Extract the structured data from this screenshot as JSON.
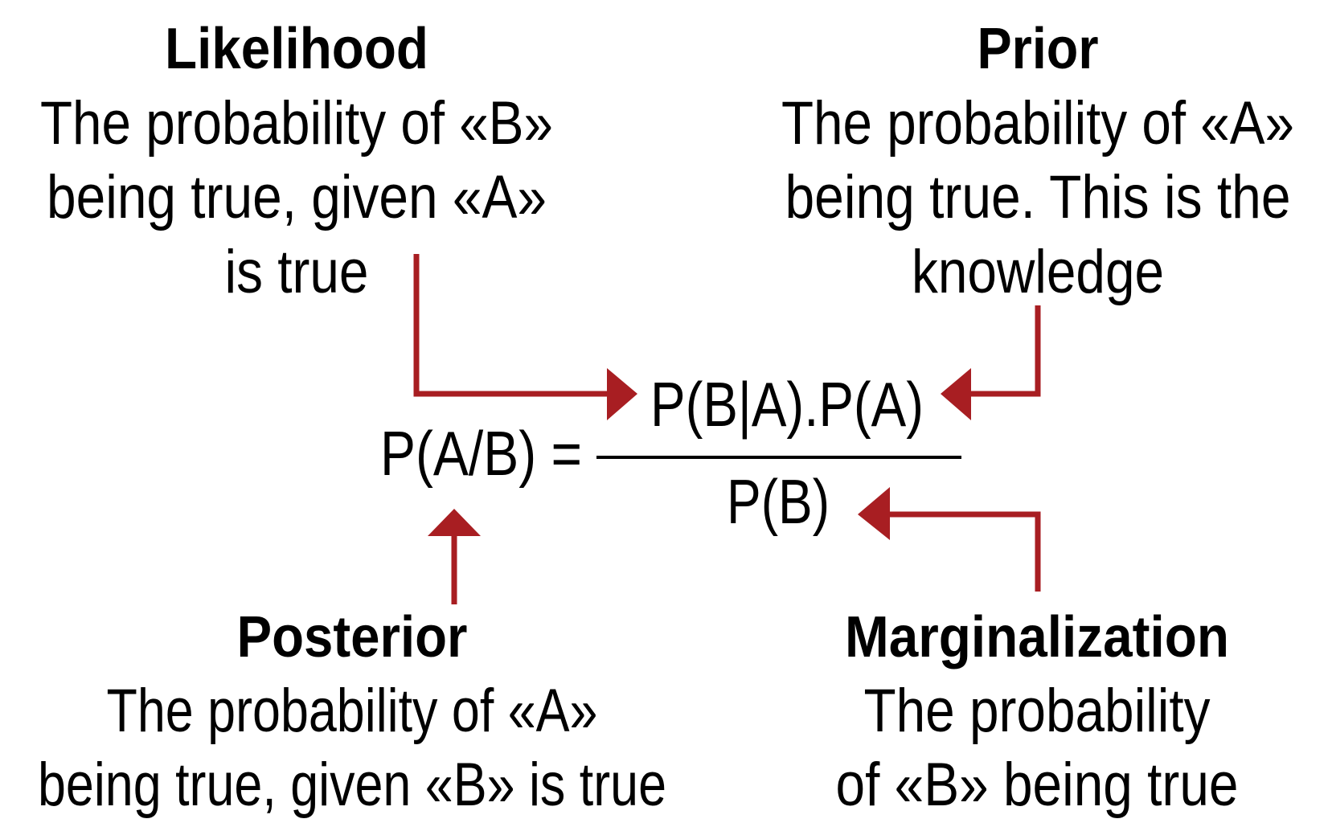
{
  "colors": {
    "arrow": "#a81e22",
    "text": "#000000"
  },
  "likelihood": {
    "title": "Likelihood",
    "lines": [
      "The probability of «B»",
      "being true, given «A»",
      "is true"
    ]
  },
  "prior": {
    "title": "Prior",
    "lines": [
      "The probability of «A»",
      "being true. This is the",
      "knowledge"
    ]
  },
  "posterior": {
    "title": "Posterior",
    "lines": [
      "The probability of «A»",
      "being true, given «B» is true"
    ]
  },
  "marginalization": {
    "title": "Marginalization",
    "lines": [
      "The probability",
      "of «B» being true"
    ]
  },
  "equation": {
    "lhs": "P(A/B) =",
    "numerator": "P(B|A).P(A)",
    "denominator": "P(B)"
  }
}
